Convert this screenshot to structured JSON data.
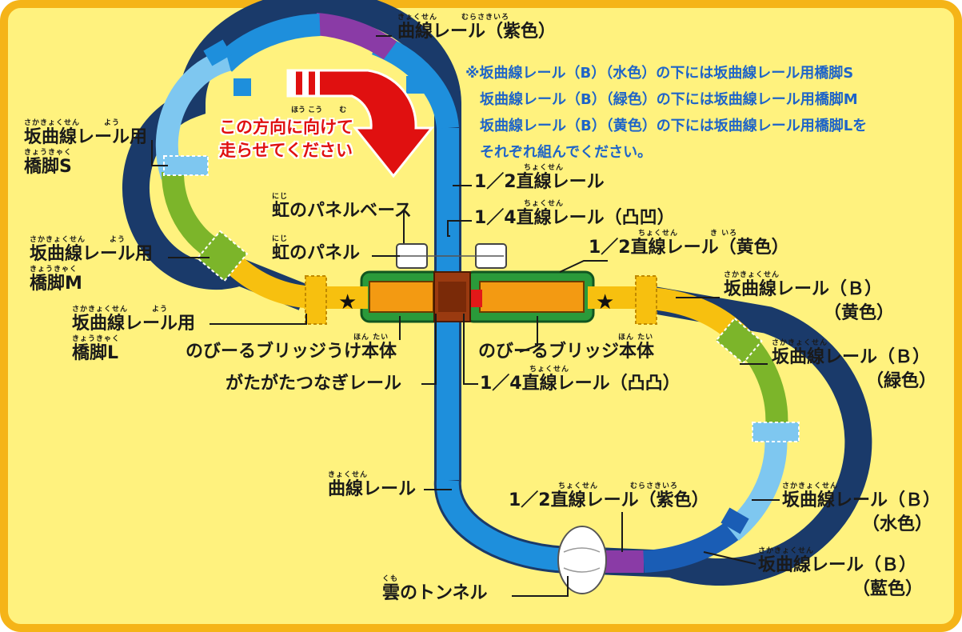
{
  "colors": {
    "background": "#fff27e",
    "frame": "#f5b418",
    "rail_blue": "#1e8fdc",
    "rail_purple": "#8a3ba6",
    "rail_lightblue": "#7ec7f0",
    "rail_green": "#7cb52a",
    "rail_yellow": "#f7c00f",
    "rail_navy": "#1a5db5",
    "note_text": "#1e64c8",
    "direction_text": "#e01010"
  },
  "labels": {
    "curve_purple": "曲線レール（紫色）",
    "half_straight": "1／2直線レール",
    "quarter_straight_a": "1／4直線レール（凸凹）",
    "rainbow_base": "虹のパネルベース",
    "rainbow_panel": "虹のパネル",
    "half_straight_yellow": "1／2直線レール（黄色）",
    "slope_b_yellow": "坂曲線レール（Ｂ）",
    "slope_b_yellow_color": "（黄色）",
    "slope_b_green": "坂曲線レール（Ｂ）",
    "slope_b_green_color": "（緑色）",
    "pier_s_line1": "坂曲線レール用",
    "pier_s_line2": "橋脚S",
    "pier_m_line1": "坂曲線レール用",
    "pier_m_line2": "橋脚M",
    "pier_l_line1": "坂曲線レール用",
    "pier_l_line2": "橋脚L",
    "bridge_receiver": "のびーるブリッジうけ本体",
    "bridge_main": "のびーるブリッジ本体",
    "gata_rail": "がたがたつなぎレール",
    "quarter_straight_b": "1／4直線レール（凸凸）",
    "curve_rail": "曲線レール",
    "half_straight_purple": "1／2直線レール（紫色）",
    "slope_b_light": "坂曲線レール（Ｂ）",
    "slope_b_light_color": "（水色）",
    "slope_b_navy": "坂曲線レール（Ｂ）",
    "slope_b_navy_color": "（藍色）",
    "cloud_tunnel": "雲のトンネル"
  },
  "ruby": {
    "curve_purple": "きょくせん　　　むらさきいろ",
    "half_straight": "ちょくせん",
    "quarter_straight_a": "ちょくせん",
    "rainbow_base": "にじ",
    "rainbow_panel": "にじ",
    "half_straight_yellow": "ちょくせん　　　　き いろ",
    "slope_b_yellow": "さかきょくせん",
    "slope_b_green": "さかきょくせん",
    "pier_s": "さかきょくせん　　　よう",
    "pier_m": "さかきょくせん　　　よう",
    "pier_l": "さかきょくせん　　　よう",
    "pier_kyakyu": "きょうきゃく",
    "bridge_receiver": "ほん たい",
    "bridge_main": "ほん たい",
    "quarter_straight_b": "ちょくせん",
    "curve_rail": "きょくせん",
    "half_straight_purple": "ちょくせん　　　　むらさきいろ",
    "slope_b_light": "さかきょくせん",
    "slope_b_navy": "さかきょくせん",
    "cloud_tunnel": "くも"
  },
  "note_lines": [
    "※坂曲線レール（B）（水色）の下には坂曲線レール用橋脚S",
    "坂曲線レール（B）（緑色）の下には坂曲線レール用橋脚M",
    "坂曲線レール（B）（黄色）の下には坂曲線レール用橋脚Lを",
    "それぞれ組んでください。"
  ],
  "direction_lines": [
    "この方向に向けて",
    "走らせてください"
  ],
  "direction_ruby": "ほう こう　　 む"
}
